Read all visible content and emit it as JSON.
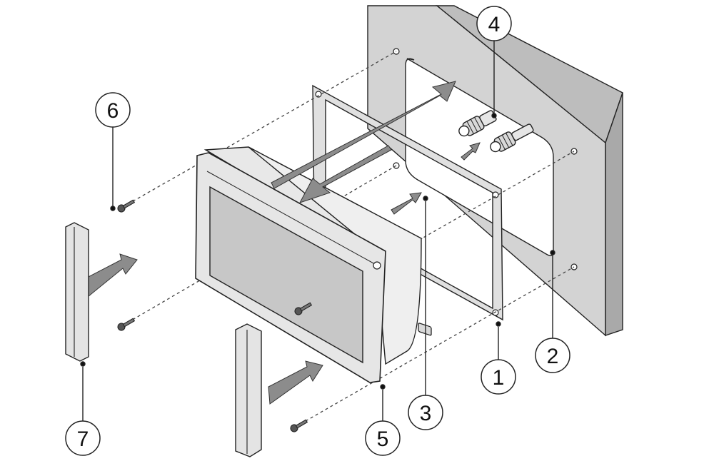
{
  "colors": {
    "panel_face": "#d3d3d3",
    "panel_side": "#a9a9a9",
    "screen": "#c7c7c7",
    "arrow": "#8c8c8c",
    "line": "#222222",
    "callout_fill": "#ffffff"
  },
  "callouts": [
    {
      "id": "1",
      "label": "1"
    },
    {
      "id": "2",
      "label": "2"
    },
    {
      "id": "3",
      "label": "3"
    },
    {
      "id": "4",
      "label": "4"
    },
    {
      "id": "5",
      "label": "5"
    },
    {
      "id": "6",
      "label": "6"
    },
    {
      "id": "7",
      "label": "7"
    }
  ],
  "icons": [
    "screw-icon",
    "connector-icon",
    "direction-arrow-icon"
  ]
}
